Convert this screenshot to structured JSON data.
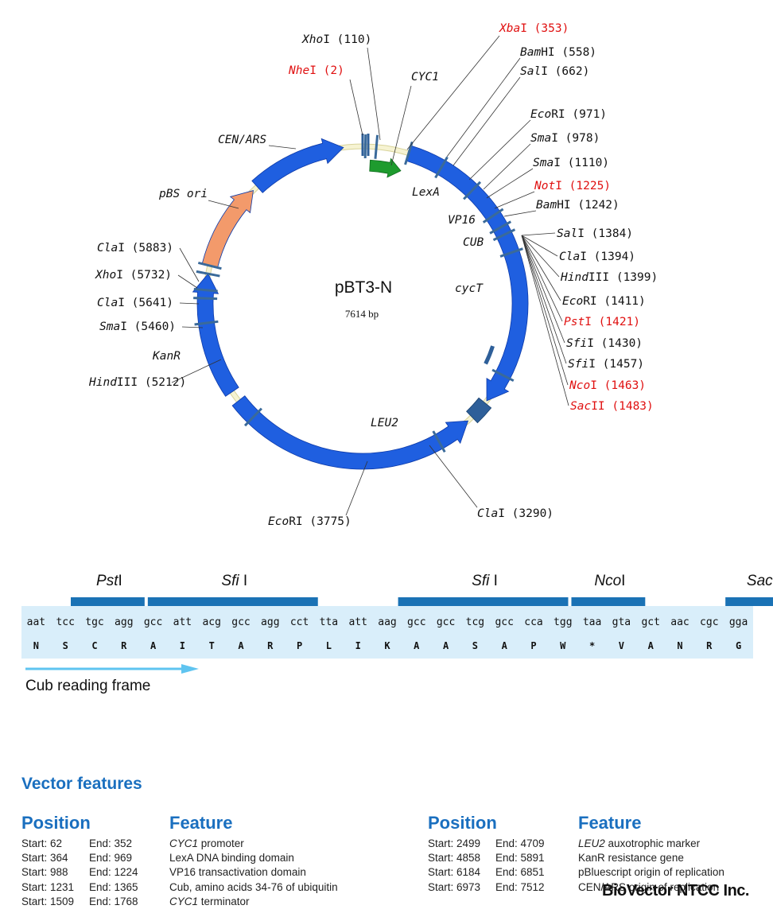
{
  "plasmid": {
    "name": "pBT3-N",
    "size": "7614 bp",
    "total_bp": 7614
  },
  "colors": {
    "feature_blue": "#1f5fe0",
    "ori_orange": "#f39a6b",
    "promoter_green": "#1e9b2e",
    "site_mark": "#3a6a9a",
    "backbone": "#f2eec6",
    "seq_bg": "#d9eefa",
    "seq_bar": "#1a72b5",
    "arrow_light": "#5fc4f0",
    "red_site": "#e01010",
    "heading_blue": "#1a6fbf"
  },
  "map_features": [
    {
      "label": "CEN/ARS"
    },
    {
      "label": "pBS ori"
    },
    {
      "label": "CYC1"
    },
    {
      "label": "LexA"
    },
    {
      "label": "VP16"
    },
    {
      "label": "CUB"
    },
    {
      "label": "cycT"
    },
    {
      "label": "LEU2"
    },
    {
      "label": "KanR"
    }
  ],
  "sites_top": [
    {
      "italic": "Xho",
      "roman": "I",
      "pos": "(110)",
      "red": false
    },
    {
      "italic": "Nhe",
      "roman": "I",
      "pos": "(2)",
      "red": true
    },
    {
      "italic": "Xba",
      "roman": "I",
      "pos": "(353)",
      "red": true
    }
  ],
  "sites_right": [
    {
      "italic": "Bam",
      "roman": "HI",
      "pos": "(558)",
      "red": false
    },
    {
      "italic": "Sal",
      "roman": "I",
      "pos": "(662)",
      "red": false
    },
    {
      "italic": "Eco",
      "roman": "RI",
      "pos": "(971)",
      "red": false
    },
    {
      "italic": "Sma",
      "roman": "I",
      "pos": "(978)",
      "red": false
    },
    {
      "italic": "Sma",
      "roman": "I",
      "pos": "(1110)",
      "red": false
    },
    {
      "italic": "Not",
      "roman": "I",
      "pos": "(1225)",
      "red": true
    },
    {
      "italic": "Bam",
      "roman": "HI",
      "pos": "(1242)",
      "red": false
    }
  ],
  "sites_fan": [
    {
      "italic": "Sal",
      "roman": "I",
      "pos": "(1384)",
      "red": false
    },
    {
      "italic": "Cla",
      "roman": "I",
      "pos": "(1394)",
      "red": false
    },
    {
      "italic": "Hind",
      "roman": "III",
      "pos": "(1399)",
      "red": false
    },
    {
      "italic": "Eco",
      "roman": "RI",
      "pos": "(1411)",
      "red": false
    },
    {
      "italic": "Pst",
      "roman": "I",
      "pos": "(1421)",
      "red": true
    },
    {
      "italic": "Sfi",
      "roman": "I",
      "pos": "(1430)",
      "red": false
    },
    {
      "italic": "Sfi",
      "roman": "I",
      "pos": "(1457)",
      "red": false
    },
    {
      "italic": "Nco",
      "roman": "I",
      "pos": "(1463)",
      "red": true
    },
    {
      "italic": "Sac",
      "roman": "II",
      "pos": "(1483)",
      "red": true
    }
  ],
  "sites_left": [
    {
      "italic": "Cla",
      "roman": "I",
      "pos": "(5883)",
      "red": false
    },
    {
      "italic": "Xho",
      "roman": "I",
      "pos": "(5732)",
      "red": false
    },
    {
      "italic": "Cla",
      "roman": "I",
      "pos": "(5641)",
      "red": false
    },
    {
      "italic": "Sma",
      "roman": "I",
      "pos": "(5460)",
      "red": false
    },
    {
      "italic": "Hind",
      "roman": "III",
      "pos": "(5212)",
      "red": false
    }
  ],
  "sites_bottom": [
    {
      "italic": "Eco",
      "roman": "RI",
      "pos": "(3775)",
      "red": false
    },
    {
      "italic": "Cla",
      "roman": "I",
      "pos": "(3290)",
      "red": false
    }
  ],
  "sequence": {
    "enzymes": [
      {
        "italic": "Pst",
        "roman": "I",
        "start": 0,
        "end": 4
      },
      {
        "italic": "Sfi",
        "roman": " I",
        "start": 4,
        "end": 13
      },
      {
        "italic": "Sfi",
        "roman": " I",
        "start": 17,
        "end": 26
      },
      {
        "italic": "Nco",
        "roman": "I",
        "start": 26,
        "end": 30
      },
      {
        "italic": "Sac",
        "roman": "II",
        "start": 34,
        "end": 38
      }
    ],
    "codons": [
      "aat",
      "tcc",
      "tgc",
      "agg",
      "gcc",
      "att",
      "acg",
      "gcc",
      "agg",
      "cct",
      "tta",
      "att",
      "aag",
      "gcc",
      "gcc",
      "tcg",
      "gcc",
      "cca",
      "tgg",
      "taa",
      "gta",
      "gct",
      "aac",
      "cgc",
      "gga"
    ],
    "amino_acids": [
      "N",
      "S",
      "C",
      "R",
      "A",
      "I",
      "T",
      "A",
      "R",
      "P",
      "L",
      "I",
      "K",
      "A",
      "A",
      "S",
      "A",
      "P",
      "W",
      "*",
      "V",
      "A",
      "N",
      "R",
      "G"
    ],
    "reading_frame_label": "Cub reading frame"
  },
  "vector_features": {
    "title": "Vector features",
    "position_header": "Position",
    "feature_header": "Feature",
    "left": [
      {
        "start": "Start: 62",
        "end": "End: 352",
        "feat_italic": "CYC1",
        "feat_rest": " promoter"
      },
      {
        "start": "Start: 364",
        "end": "End: 969",
        "feat_italic": "",
        "feat_rest": "LexA DNA binding domain"
      },
      {
        "start": "Start: 988",
        "end": "End: 1224",
        "feat_italic": "",
        "feat_rest": "VP16 transactivation domain"
      },
      {
        "start": "Start: 1231",
        "end": "End: 1365",
        "feat_italic": "",
        "feat_rest": "Cub, amino acids 34-76 of ubiquitin"
      },
      {
        "start": "Start: 1509",
        "end": "End: 1768",
        "feat_italic": "CYC1",
        "feat_rest": " terminator"
      }
    ],
    "right": [
      {
        "start": "Start: 2499",
        "end": "End: 4709",
        "feat_italic": "LEU2",
        "feat_rest": " auxotrophic marker"
      },
      {
        "start": "Start: 4858",
        "end": "End: 5891",
        "feat_italic": "",
        "feat_rest": "KanR resistance gene"
      },
      {
        "start": "Start: 6184",
        "end": "End: 6851",
        "feat_italic": "",
        "feat_rest": "pBluescript origin of replication"
      },
      {
        "start": "Start: 6973",
        "end": "End: 7512",
        "feat_italic": "",
        "feat_rest": "CEN/ARS origin of replication"
      }
    ]
  },
  "credit": "BioVector NTCC Inc."
}
